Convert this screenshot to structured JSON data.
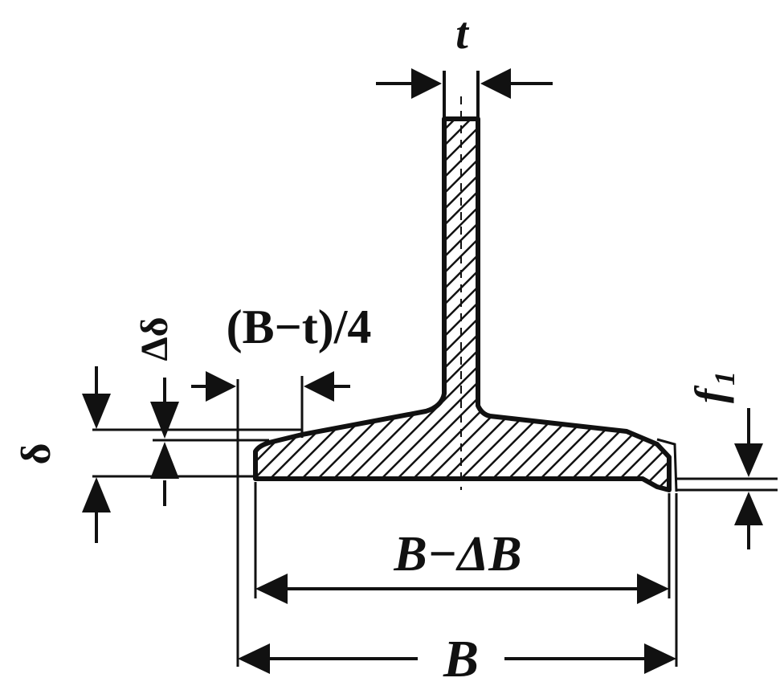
{
  "labels": {
    "t": "t",
    "quarter_width": "(B−t)/4",
    "delta_delta": "Δδ",
    "delta": "δ",
    "f1": "f",
    "f1_sub": "1",
    "width_reduced": "B−ΔB",
    "width": "B"
  },
  "colors": {
    "ink": "#111111",
    "background": "#ffffff"
  }
}
